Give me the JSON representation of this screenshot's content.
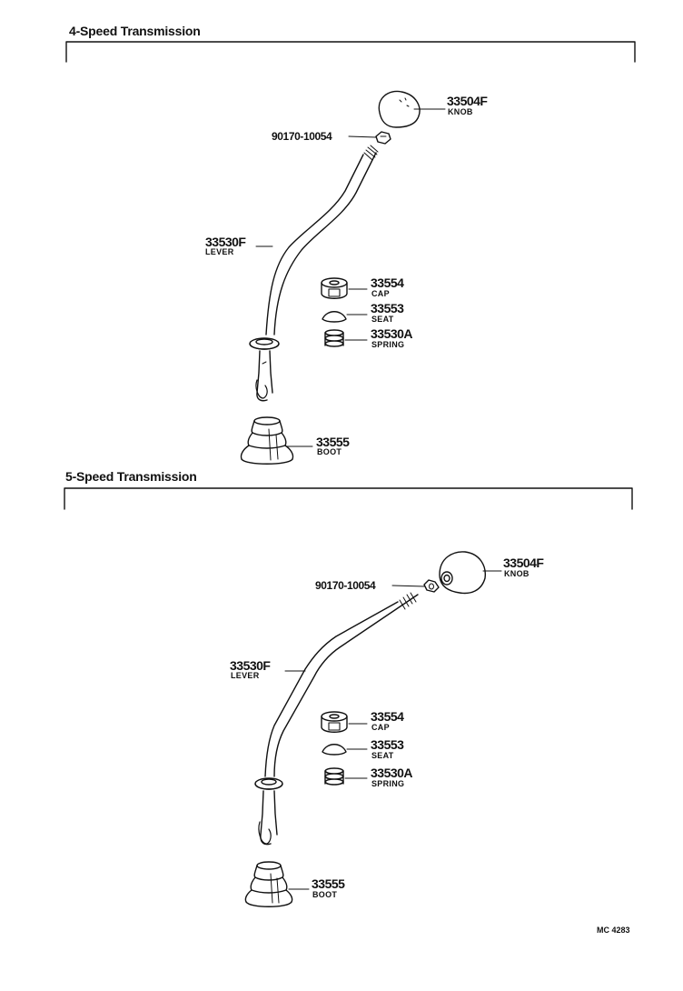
{
  "sections": [
    {
      "title": "4-Speed Transmission",
      "parts": {
        "knob": {
          "number": "33504F",
          "name": "KNOB"
        },
        "nut": {
          "number": "90170-10054"
        },
        "lever": {
          "number": "33530F",
          "name": "LEVER"
        },
        "cap": {
          "number": "33554",
          "name": "CAP"
        },
        "seat": {
          "number": "33553",
          "name": "SEAT"
        },
        "spring": {
          "number": "33530A",
          "name": "SPRING"
        },
        "boot": {
          "number": "33555",
          "name": "BOOT"
        }
      }
    },
    {
      "title": "5-Speed Transmission",
      "parts": {
        "knob": {
          "number": "33504F",
          "name": "KNOB"
        },
        "nut": {
          "number": "90170-10054"
        },
        "lever": {
          "number": "33530F",
          "name": "LEVER"
        },
        "cap": {
          "number": "33554",
          "name": "CAP"
        },
        "seat": {
          "number": "33553",
          "name": "SEAT"
        },
        "spring": {
          "number": "33530A",
          "name": "SPRING"
        },
        "boot": {
          "number": "33555",
          "name": "BOOT"
        }
      }
    }
  ],
  "figure_code": "MC 4283"
}
